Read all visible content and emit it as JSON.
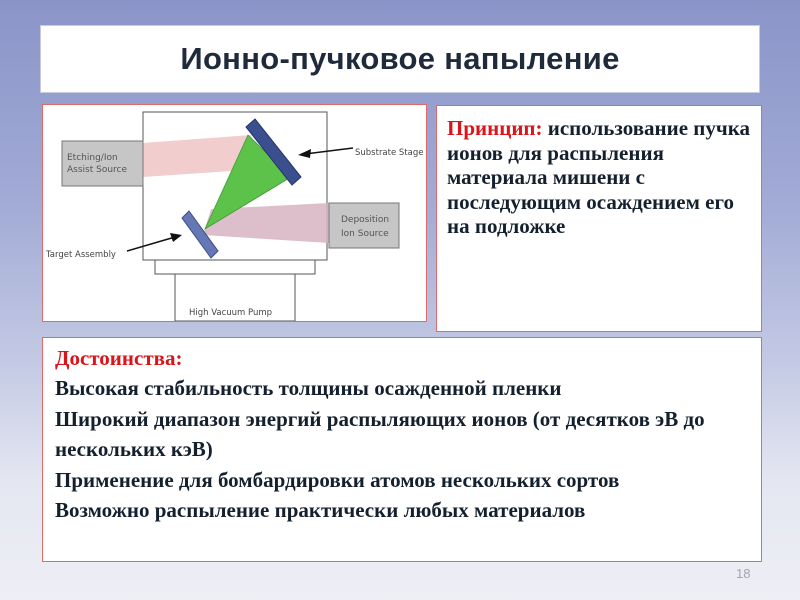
{
  "slide": {
    "title": "Ионно-пучковое напыление",
    "page_number": "18"
  },
  "diagram": {
    "etching_source_line1": "Etching/Ion",
    "etching_source_line2": "Assist Source",
    "deposition_source_line1": "Deposition",
    "deposition_source_line2": "Ion Source",
    "substrate_stage": "Substrate Stage",
    "target_assembly": "Target Assembly",
    "vacuum_pump": "High Vacuum Pump"
  },
  "principle": {
    "label": "Принцип:",
    "text": " использование пучка ионов для распыления материала мишени с последующим осаждением его на подложке"
  },
  "advantages": {
    "heading": "Достоинства:",
    "items": [
      "Высокая стабильность толщины осажденной пленки",
      "Широкий диапазон энергий распыляющих ионов (от десятков эВ до нескольких кэВ)",
      "Применение для бомбардировки атомов нескольких сортов",
      "Возможно распыление практически любых материалов"
    ]
  },
  "colors": {
    "accent_red": "#d9141b",
    "border_red": "#e06a6a",
    "beam_green": "#5cc24a",
    "etch_beam_pink": "#f0c8c8",
    "deposition_beam_mauve": "#d7b4c3",
    "substrate_blue": "#3b4f8f",
    "target_blue": "#6577b5"
  }
}
